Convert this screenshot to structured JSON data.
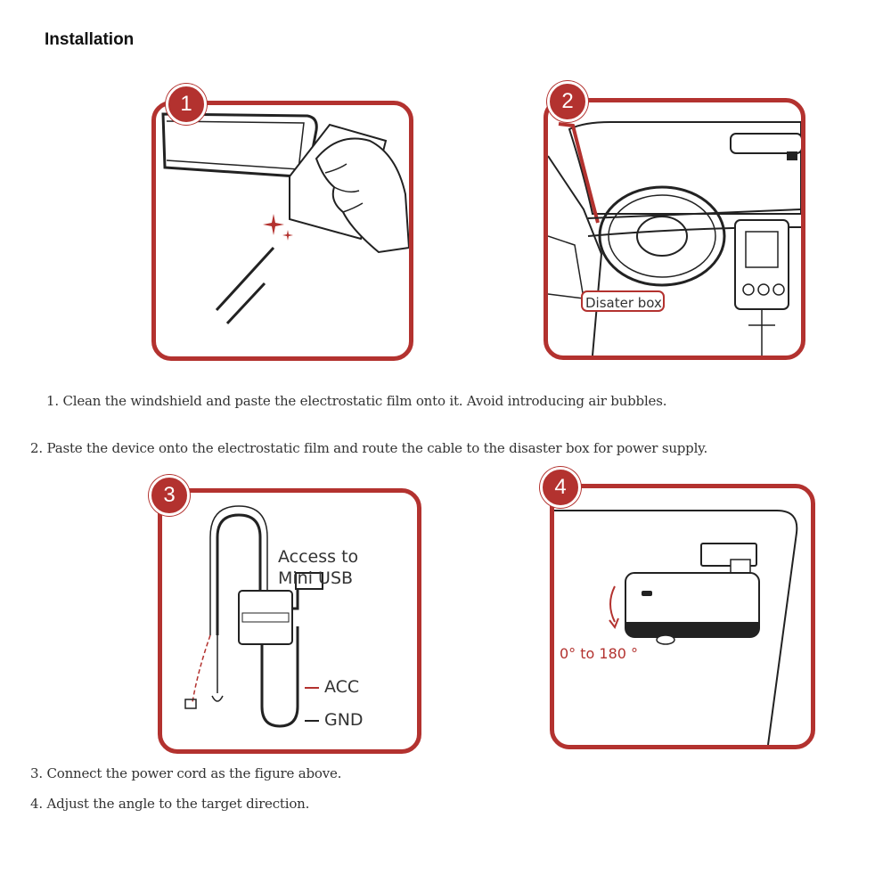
{
  "page": {
    "title": "Installation"
  },
  "steps": [
    {
      "number": "1"
    },
    {
      "number": "2",
      "label": "Disater box"
    },
    {
      "number": "3",
      "label_access": "Access to",
      "label_mini": "Mini USB",
      "label_acc": "ACC",
      "label_gnd": "GND"
    },
    {
      "number": "4",
      "label_angle": "0° to 180 °"
    }
  ],
  "captions": {
    "step1": "1. Clean the windshield and paste the electrostatic film onto it. Avoid introducing air bubbles.",
    "step2": "2. Paste the device onto the electrostatic film and route the cable to the disaster box for power supply.",
    "step3": "3. Connect the power cord as the figure above.",
    "step4": "4. Adjust the angle to the target direction."
  },
  "colors": {
    "accent": "#b3322f",
    "line": "#222222"
  }
}
